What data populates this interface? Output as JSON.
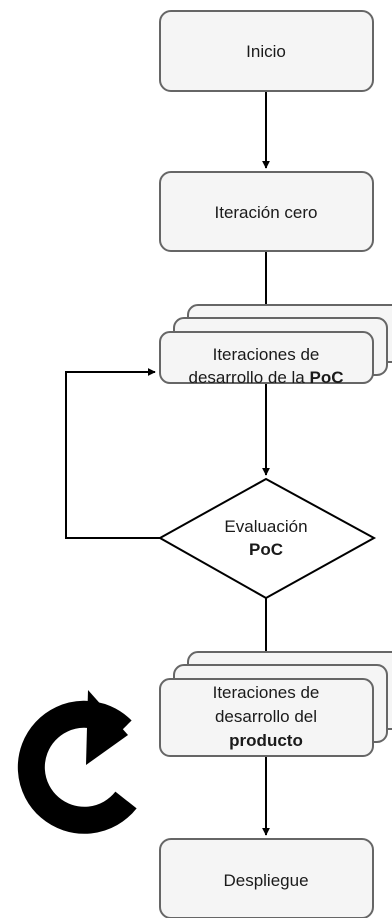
{
  "nodes": {
    "inicio": {
      "label": "Inicio"
    },
    "iteracion_cero": {
      "label": "Iteración cero"
    },
    "iter_poc": {
      "line1": "Iteraciones de",
      "line2_prefix": "desarrollo de la ",
      "line2_bold": "PoC"
    },
    "evaluacion": {
      "line1": "Evaluación",
      "line2_bold": "PoC"
    },
    "iter_producto": {
      "line1": "Iteraciones de",
      "line2": "desarrollo del",
      "line3_bold": "producto"
    },
    "despliegue": {
      "label": "Despliegue"
    }
  },
  "icons": {
    "loop": "rotate-clockwise-icon"
  },
  "colors": {
    "box_fill": "#f5f5f5",
    "box_stroke": "#666666",
    "edge": "#000000",
    "diamond_fill": "#ffffff"
  }
}
